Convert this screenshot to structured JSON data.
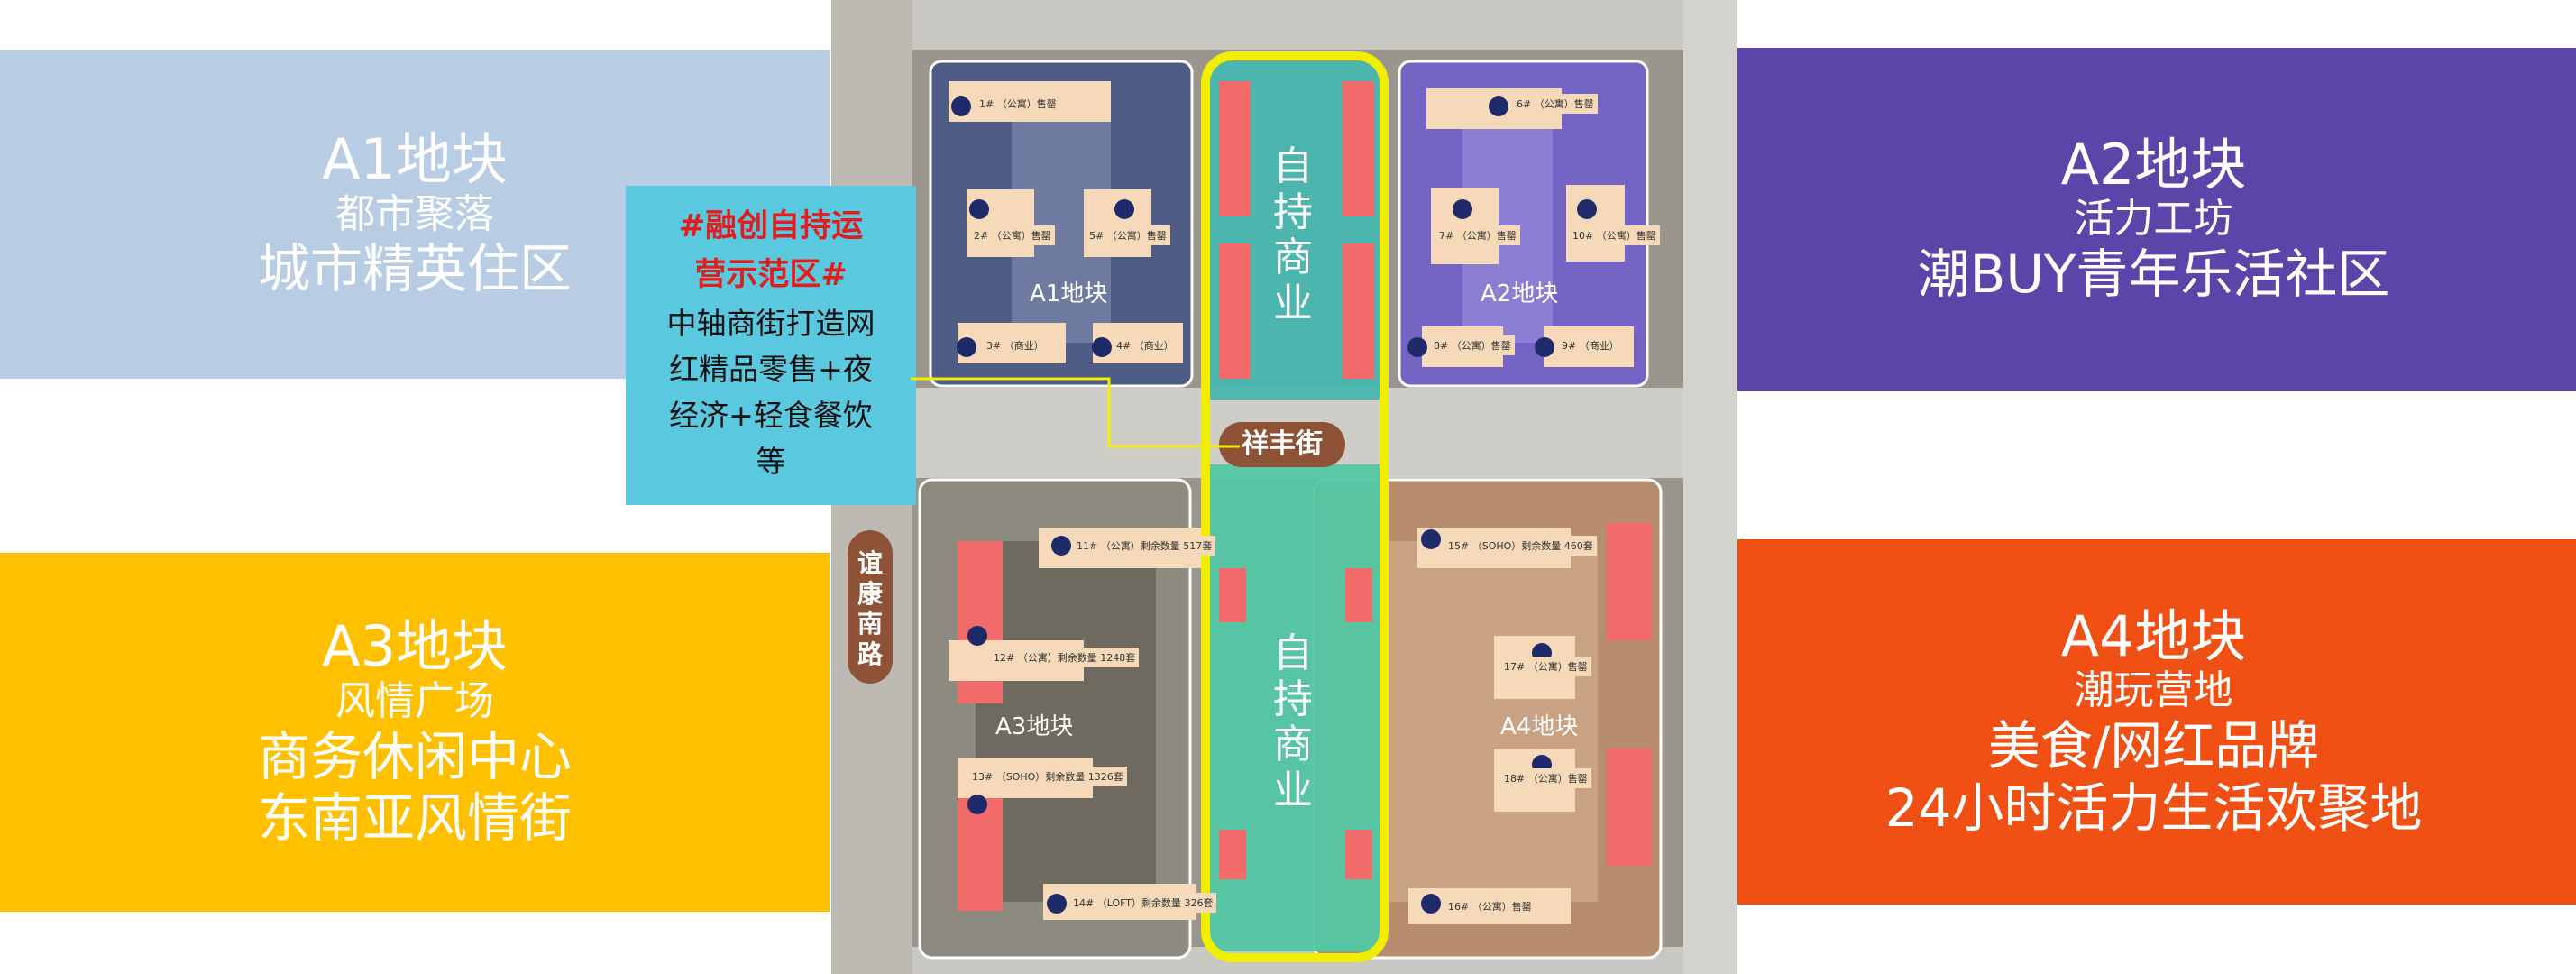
{
  "panels": {
    "a1": {
      "title": "A1地块",
      "subtitle": "都市聚落",
      "lines": [
        "城市精英住区"
      ]
    },
    "a2": {
      "title": "A2地块",
      "subtitle": "活力工坊",
      "lines": [
        "潮BUY青年乐活社区"
      ]
    },
    "a3": {
      "title": "A3地块",
      "subtitle": "风情广场",
      "lines": [
        "商务休闲中心",
        "东南亚风情街"
      ]
    },
    "a4": {
      "title": "A4地块",
      "subtitle": "潮玩营地",
      "lines": [
        "美食/网红品牌",
        "24小时活力生活欢聚地"
      ]
    }
  },
  "callout": {
    "heading_1": "#融创自持运",
    "heading_2": "营示范区#",
    "lines": [
      "中轴商街打造网",
      "红精品零售+夜",
      "经济+轻食餐饮",
      "等"
    ]
  },
  "map": {
    "roads": {
      "east_west": "祥丰街",
      "north_south": "谊康南路"
    },
    "commercial_label": "自持商业",
    "block_labels": {
      "a1": "A1地块",
      "a2": "A2地块",
      "a3": "A3地块",
      "a4": "A4地块"
    },
    "buildings": [
      {
        "no": "1#",
        "text": "（公寓）售罄"
      },
      {
        "no": "2#",
        "text": "（公寓）售罄"
      },
      {
        "no": "3#",
        "text": "（商业）"
      },
      {
        "no": "4#",
        "text": "（商业）"
      },
      {
        "no": "5#",
        "text": "（公寓）售罄"
      },
      {
        "no": "6#",
        "text": "（公寓）售罄"
      },
      {
        "no": "7#",
        "text": "（公寓）售罄"
      },
      {
        "no": "8#",
        "text": "（公寓）售罄"
      },
      {
        "no": "9#",
        "text": "（商业）"
      },
      {
        "no": "10#",
        "text": "（公寓）售罄"
      },
      {
        "no": "11#",
        "text": "（公寓）剩余数量 517套"
      },
      {
        "no": "12#",
        "text": "（公寓）剩余数量 1248套"
      },
      {
        "no": "13#",
        "text": "（SOHO）剩余数量 1326套"
      },
      {
        "no": "14#",
        "text": "（LOFT）剩余数量 326套"
      },
      {
        "no": "15#",
        "text": "（SOHO）剩余数量 460套"
      },
      {
        "no": "16#",
        "text": "（公寓）售罄"
      },
      {
        "no": "17#",
        "text": "（公寓）售罄"
      },
      {
        "no": "18#",
        "text": "（公寓）售罄"
      }
    ],
    "colors": {
      "yellow_outline": "#f2ee00",
      "commercial_fill": "#4fc8c0",
      "shop_red": "#f26b6b"
    }
  }
}
